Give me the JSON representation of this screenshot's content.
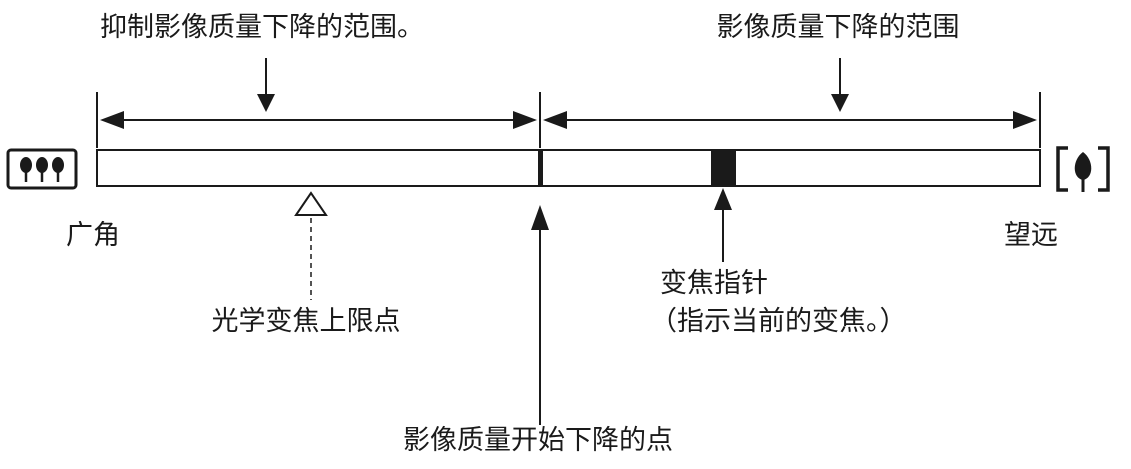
{
  "labels": {
    "suppress_range": "抑制影像质量下降的范围。",
    "degrade_range": "影像质量下降的范围",
    "wide": "广角",
    "tele": "望远",
    "optical_zoom_limit": "光学变焦上限点",
    "zoom_indicator": "变焦指针",
    "zoom_indicator_note": "（指示当前的变焦。）",
    "degrade_start_point": "影像质量开始下降的点"
  },
  "icons": {
    "wide": "three-trees-icon",
    "tele": "single-tree-icon"
  },
  "colors": {
    "ink": "#1a1a1a",
    "background": "#ffffff"
  }
}
